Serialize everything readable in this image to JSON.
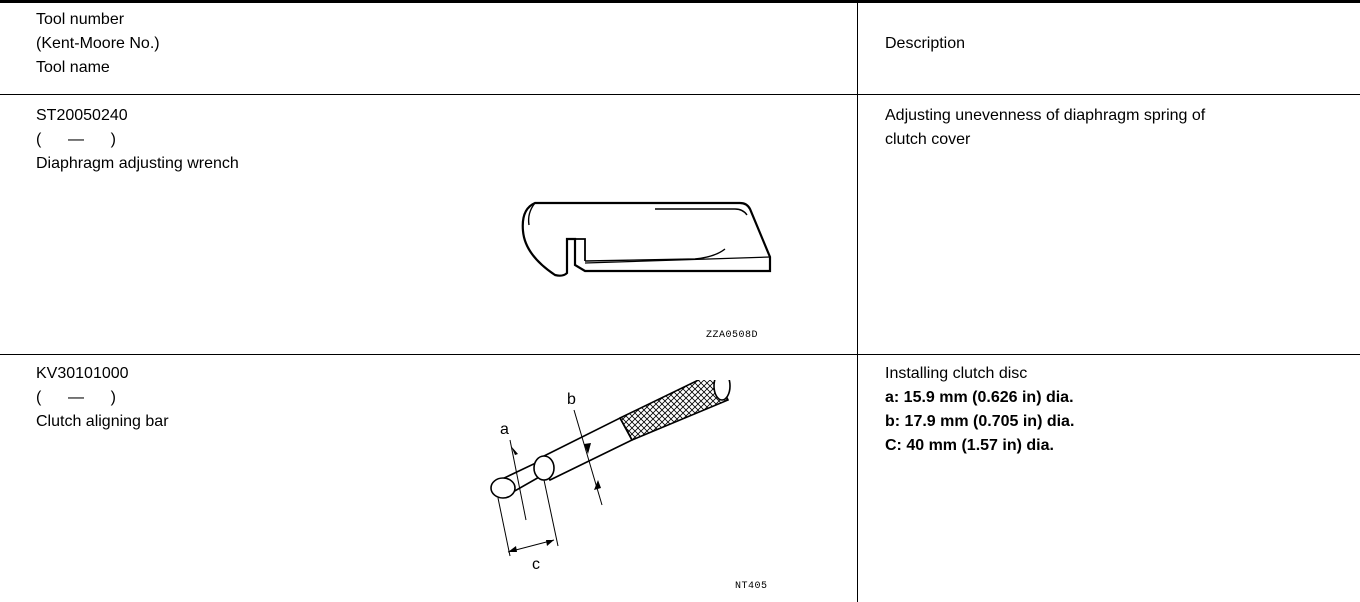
{
  "header": {
    "tool_lines": [
      "Tool number",
      "(Kent-Moore No.)",
      "Tool name"
    ],
    "description": "Description"
  },
  "rows": [
    {
      "tool_number": "ST20050240",
      "kent_moore": "(      —      )",
      "tool_name": "Diaphragm adjusting wrench",
      "image_code": "ZZA0508D",
      "description_lines": [
        "Adjusting unevenness of diaphragm spring of",
        "clutch cover"
      ]
    },
    {
      "tool_number": "KV30101000",
      "kent_moore": "(      —      )",
      "tool_name": "Clutch aligning bar",
      "image_code": "NT405",
      "figure_labels": {
        "a": "a",
        "b": "b",
        "c": "c"
      },
      "description_lines": [
        "Installing clutch disc"
      ],
      "specs": [
        "a: 15.9 mm (0.626 in) dia.",
        "b: 17.9 mm (0.705 in) dia.",
        "C: 40 mm (1.57 in) dia."
      ]
    }
  ]
}
